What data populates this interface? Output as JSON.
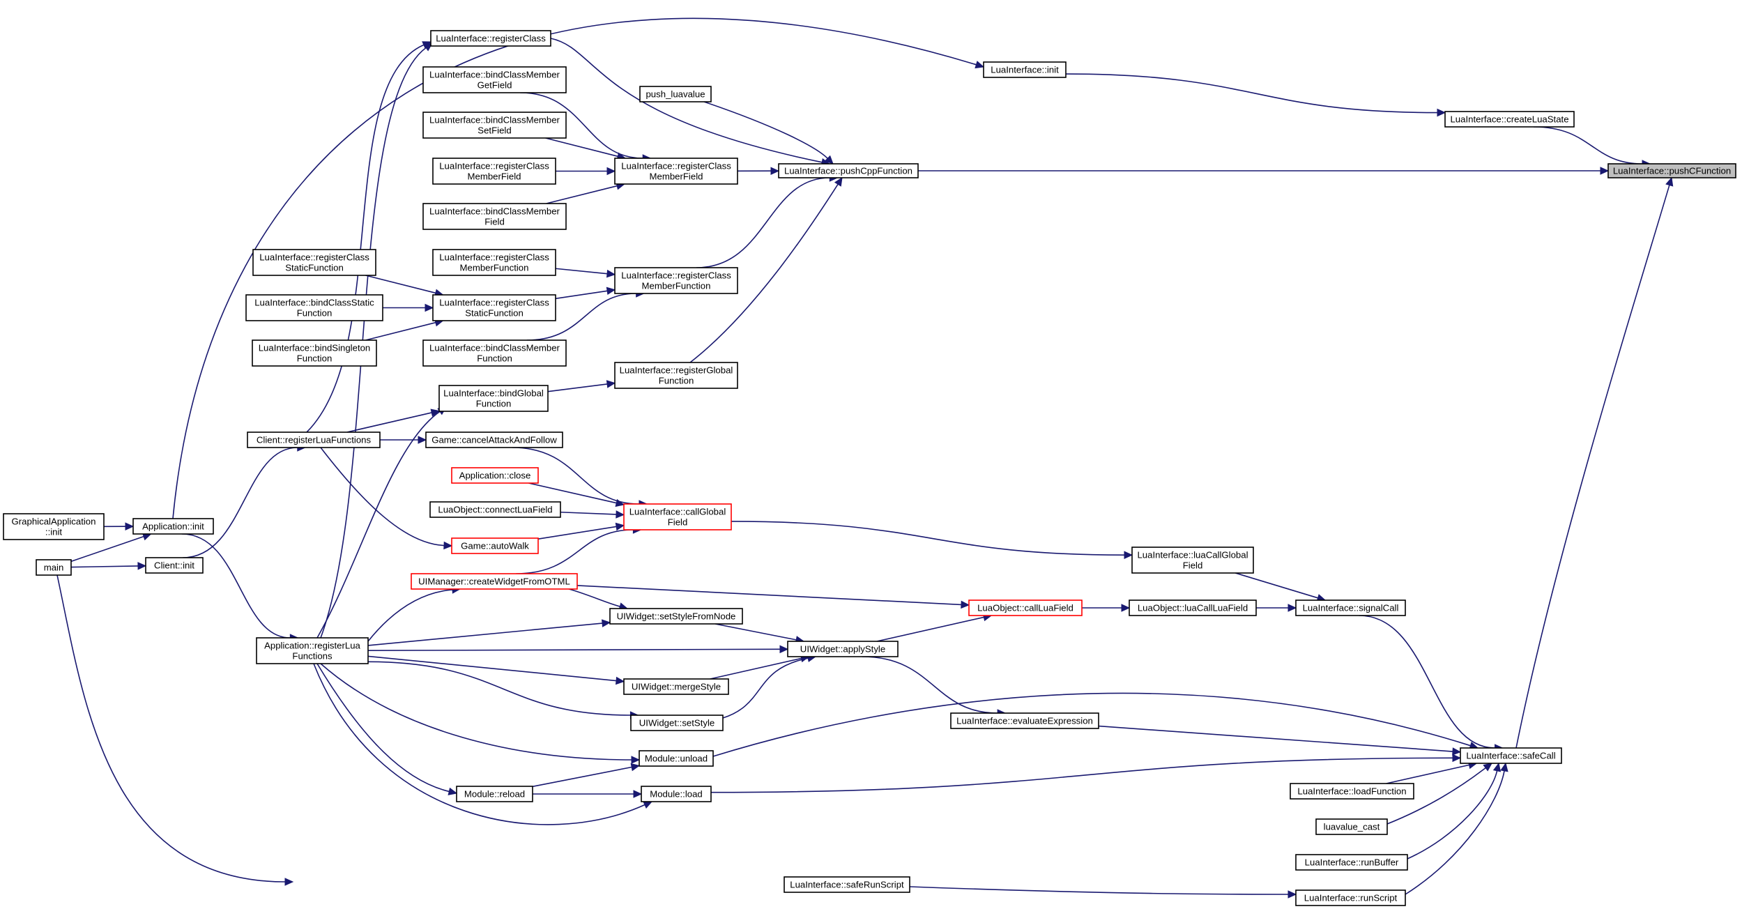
{
  "graph": {
    "edge_color": "#191970",
    "highlight_fill": "#bfbfbf",
    "red_border": "#ff0000",
    "nodes": {
      "pushCFunction": {
        "lines": [
          "LuaInterface::pushCFunction"
        ],
        "style": "highlight"
      },
      "createLuaState": {
        "lines": [
          "LuaInterface::createLuaState"
        ]
      },
      "luaInit": {
        "lines": [
          "LuaInterface::init"
        ]
      },
      "pushCppFunction": {
        "lines": [
          "LuaInterface::pushCppFunction"
        ]
      },
      "safeCall": {
        "lines": [
          "LuaInterface::safeCall"
        ]
      },
      "appInit": {
        "lines": [
          "Application::init"
        ]
      },
      "graphicalInit": {
        "lines": [
          "GraphicalApplication",
          "::init"
        ]
      },
      "main": {
        "lines": [
          "main"
        ]
      },
      "registerClass": {
        "lines": [
          "LuaInterface::registerClass"
        ]
      },
      "pushLuavalue": {
        "lines": [
          "push_luavalue"
        ]
      },
      "regClassMemberField": {
        "lines": [
          "LuaInterface::registerClass",
          "MemberField"
        ]
      },
      "regClassMemberFunction": {
        "lines": [
          "LuaInterface::registerClass",
          "MemberFunction"
        ]
      },
      "regGlobalFunction": {
        "lines": [
          "LuaInterface::registerGlobal",
          "Function"
        ]
      },
      "bindCMGetField": {
        "lines": [
          "LuaInterface::bindClassMember",
          "GetField"
        ]
      },
      "bindCMSetField": {
        "lines": [
          "LuaInterface::bindClassMember",
          "SetField"
        ]
      },
      "regCMField2": {
        "lines": [
          "LuaInterface::registerClass",
          "MemberField"
        ]
      },
      "bindCMField": {
        "lines": [
          "LuaInterface::bindClassMember",
          "Field"
        ]
      },
      "regCMFunction2": {
        "lines": [
          "LuaInterface::registerClass",
          "MemberFunction"
        ]
      },
      "regClassStaticFunction": {
        "lines": [
          "LuaInterface::registerClass",
          "StaticFunction"
        ]
      },
      "bindCMFunction": {
        "lines": [
          "LuaInterface::bindClassMember",
          "Function"
        ]
      },
      "regCSF2": {
        "lines": [
          "LuaInterface::registerClass",
          "StaticFunction"
        ]
      },
      "bindClassStaticFunction": {
        "lines": [
          "LuaInterface::bindClassStatic",
          "Function"
        ]
      },
      "bindSingletonFunction": {
        "lines": [
          "LuaInterface::bindSingleton",
          "Function"
        ]
      },
      "bindGlobalFunction": {
        "lines": [
          "LuaInterface::bindGlobal",
          "Function"
        ]
      },
      "clientRegLua": {
        "lines": [
          "Client::registerLuaFunctions"
        ]
      },
      "cancelAttack": {
        "lines": [
          "Game::cancelAttackAndFollow"
        ]
      },
      "appClose": {
        "lines": [
          "Application::close"
        ],
        "style": "red"
      },
      "connectLuaField": {
        "lines": [
          "LuaObject::connectLuaField"
        ]
      },
      "autoWalk": {
        "lines": [
          "Game::autoWalk"
        ],
        "style": "red"
      },
      "callGlobalField": {
        "lines": [
          "LuaInterface::callGlobal",
          "Field"
        ],
        "style": "red"
      },
      "luaCallGlobalField": {
        "lines": [
          "LuaInterface::luaCallGlobal",
          "Field"
        ]
      },
      "clientInit": {
        "lines": [
          "Client::init"
        ]
      },
      "uiCreateWidget": {
        "lines": [
          "UIManager::createWidgetFromOTML"
        ],
        "style": "red"
      },
      "callLuaField": {
        "lines": [
          "LuaObject::callLuaField"
        ],
        "style": "red"
      },
      "luaCallLuaField": {
        "lines": [
          "LuaObject::luaCallLuaField"
        ]
      },
      "signalCall": {
        "lines": [
          "LuaInterface::signalCall"
        ]
      },
      "setStyleFromNode": {
        "lines": [
          "UIWidget::setStyleFromNode"
        ]
      },
      "appRegLua": {
        "lines": [
          "Application::registerLua",
          "Functions"
        ]
      },
      "applyStyle": {
        "lines": [
          "UIWidget::applyStyle"
        ]
      },
      "mergeStyle": {
        "lines": [
          "UIWidget::mergeStyle"
        ]
      },
      "setStyle": {
        "lines": [
          "UIWidget::setStyle"
        ]
      },
      "evaluateExpression": {
        "lines": [
          "LuaInterface::evaluateExpression"
        ]
      },
      "moduleUnload": {
        "lines": [
          "Module::unload"
        ]
      },
      "moduleReload": {
        "lines": [
          "Module::reload"
        ]
      },
      "moduleLoad": {
        "lines": [
          "Module::load"
        ]
      },
      "loadFunction": {
        "lines": [
          "LuaInterface::loadFunction"
        ]
      },
      "luavalueCast": {
        "lines": [
          "luavalue_cast"
        ]
      },
      "runBuffer": {
        "lines": [
          "LuaInterface::runBuffer"
        ]
      },
      "safeRunScript": {
        "lines": [
          "LuaInterface::safeRunScript"
        ]
      },
      "runScript": {
        "lines": [
          "LuaInterface::runScript"
        ]
      }
    },
    "edges": [
      [
        "createLuaState",
        "pushCFunction"
      ],
      [
        "luaInit",
        "createLuaState"
      ],
      [
        "appInit",
        "luaInit"
      ],
      [
        "graphicalInit",
        "appInit"
      ],
      [
        "main",
        "appInit"
      ],
      [
        "pushCppFunction",
        "pushCFunction"
      ],
      [
        "safeCall",
        "pushCFunction"
      ],
      [
        "registerClass",
        "pushCppFunction"
      ],
      [
        "pushLuavalue",
        "pushCppFunction"
      ],
      [
        "regClassMemberField",
        "pushCppFunction"
      ],
      [
        "regClassMemberFunction",
        "pushCppFunction"
      ],
      [
        "regGlobalFunction",
        "pushCppFunction"
      ],
      [
        "bindCMGetField",
        "regClassMemberField"
      ],
      [
        "bindCMSetField",
        "regClassMemberField"
      ],
      [
        "regCMField2",
        "regClassMemberField"
      ],
      [
        "bindCMField",
        "regClassMemberField"
      ],
      [
        "regCMFunction2",
        "regClassMemberFunction"
      ],
      [
        "regClassStaticFunction",
        "regClassMemberFunction"
      ],
      [
        "bindCMFunction",
        "regClassMemberFunction"
      ],
      [
        "regCSF2",
        "regClassStaticFunction"
      ],
      [
        "bindClassStaticFunction",
        "regClassStaticFunction"
      ],
      [
        "bindSingletonFunction",
        "regClassStaticFunction"
      ],
      [
        "bindGlobalFunction",
        "regGlobalFunction"
      ],
      [
        "clientRegLua",
        "registerClass"
      ],
      [
        "appRegLua",
        "registerClass"
      ],
      [
        "clientRegLua",
        "bindGlobalFunction"
      ],
      [
        "appRegLua",
        "bindGlobalFunction"
      ],
      [
        "clientRegLua",
        "cancelAttack"
      ],
      [
        "clientRegLua",
        "autoWalk"
      ],
      [
        "clientInit",
        "clientRegLua"
      ],
      [
        "main",
        "clientInit"
      ],
      [
        "appInit",
        "appRegLua"
      ],
      [
        "cancelAttack",
        "callGlobalField"
      ],
      [
        "appClose",
        "callGlobalField"
      ],
      [
        "connectLuaField",
        "callGlobalField"
      ],
      [
        "autoWalk",
        "callGlobalField"
      ],
      [
        "uiCreateWidget",
        "callGlobalField"
      ],
      [
        "callGlobalField",
        "luaCallGlobalField"
      ],
      [
        "luaCallGlobalField",
        "signalCall"
      ],
      [
        "uiCreateWidget",
        "callLuaField"
      ],
      [
        "applyStyle",
        "callLuaField"
      ],
      [
        "callLuaField",
        "luaCallLuaField"
      ],
      [
        "luaCallLuaField",
        "signalCall"
      ],
      [
        "signalCall",
        "safeCall"
      ],
      [
        "appRegLua",
        "uiCreateWidget"
      ],
      [
        "appRegLua",
        "setStyleFromNode"
      ],
      [
        "appRegLua",
        "applyStyle"
      ],
      [
        "appRegLua",
        "mergeStyle"
      ],
      [
        "appRegLua",
        "setStyle"
      ],
      [
        "uiCreateWidget",
        "setStyleFromNode"
      ],
      [
        "setStyleFromNode",
        "applyStyle"
      ],
      [
        "mergeStyle",
        "applyStyle"
      ],
      [
        "setStyle",
        "applyStyle"
      ],
      [
        "applyStyle",
        "evaluateExpression"
      ],
      [
        "evaluateExpression",
        "safeCall"
      ],
      [
        "appRegLua",
        "moduleUnload"
      ],
      [
        "appRegLua",
        "moduleReload"
      ],
      [
        "appRegLua",
        "moduleLoad"
      ],
      [
        "moduleReload",
        "moduleUnload"
      ],
      [
        "moduleReload",
        "moduleLoad"
      ],
      [
        "moduleUnload",
        "safeCall"
      ],
      [
        "moduleLoad",
        "safeCall"
      ],
      [
        "loadFunction",
        "safeCall"
      ],
      [
        "luavalueCast",
        "safeCall"
      ],
      [
        "runBuffer",
        "safeCall"
      ],
      [
        "runScript",
        "safeCall"
      ],
      [
        "safeRunScript",
        "runScript"
      ],
      [
        "main",
        "safeRunScript"
      ]
    ]
  }
}
